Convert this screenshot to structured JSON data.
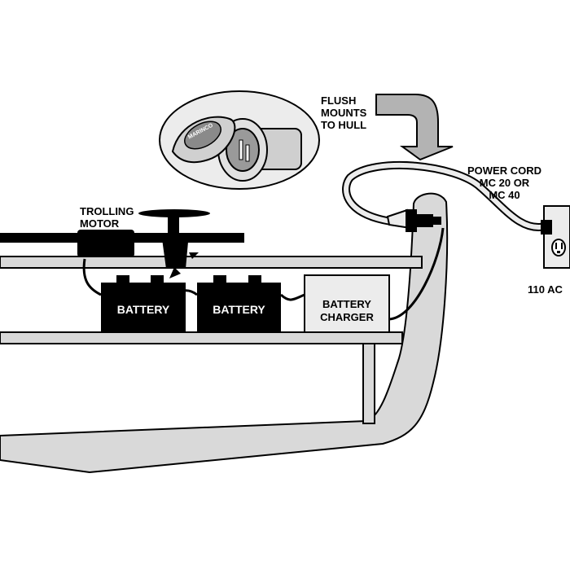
{
  "labels": {
    "flush": [
      "FLUSH",
      "MOUNTS",
      "TO HULL"
    ],
    "power_cord": [
      "POWER CORD",
      "MC 20 OR",
      "MC 40"
    ],
    "trolling": [
      "TROLLING",
      "MOTOR"
    ],
    "ac": "110 AC",
    "battery1": "BATTERY",
    "battery2": "BATTERY",
    "charger": [
      "BATTERY",
      "CHARGER"
    ],
    "inlet_brand": "MARINCO"
  },
  "colors": {
    "outline": "#000000",
    "hull_fill": "#d9d9d9",
    "battery_fill": "#000000",
    "arrow_fill": "#b3b3b3",
    "inset_fill": "#ececec"
  }
}
